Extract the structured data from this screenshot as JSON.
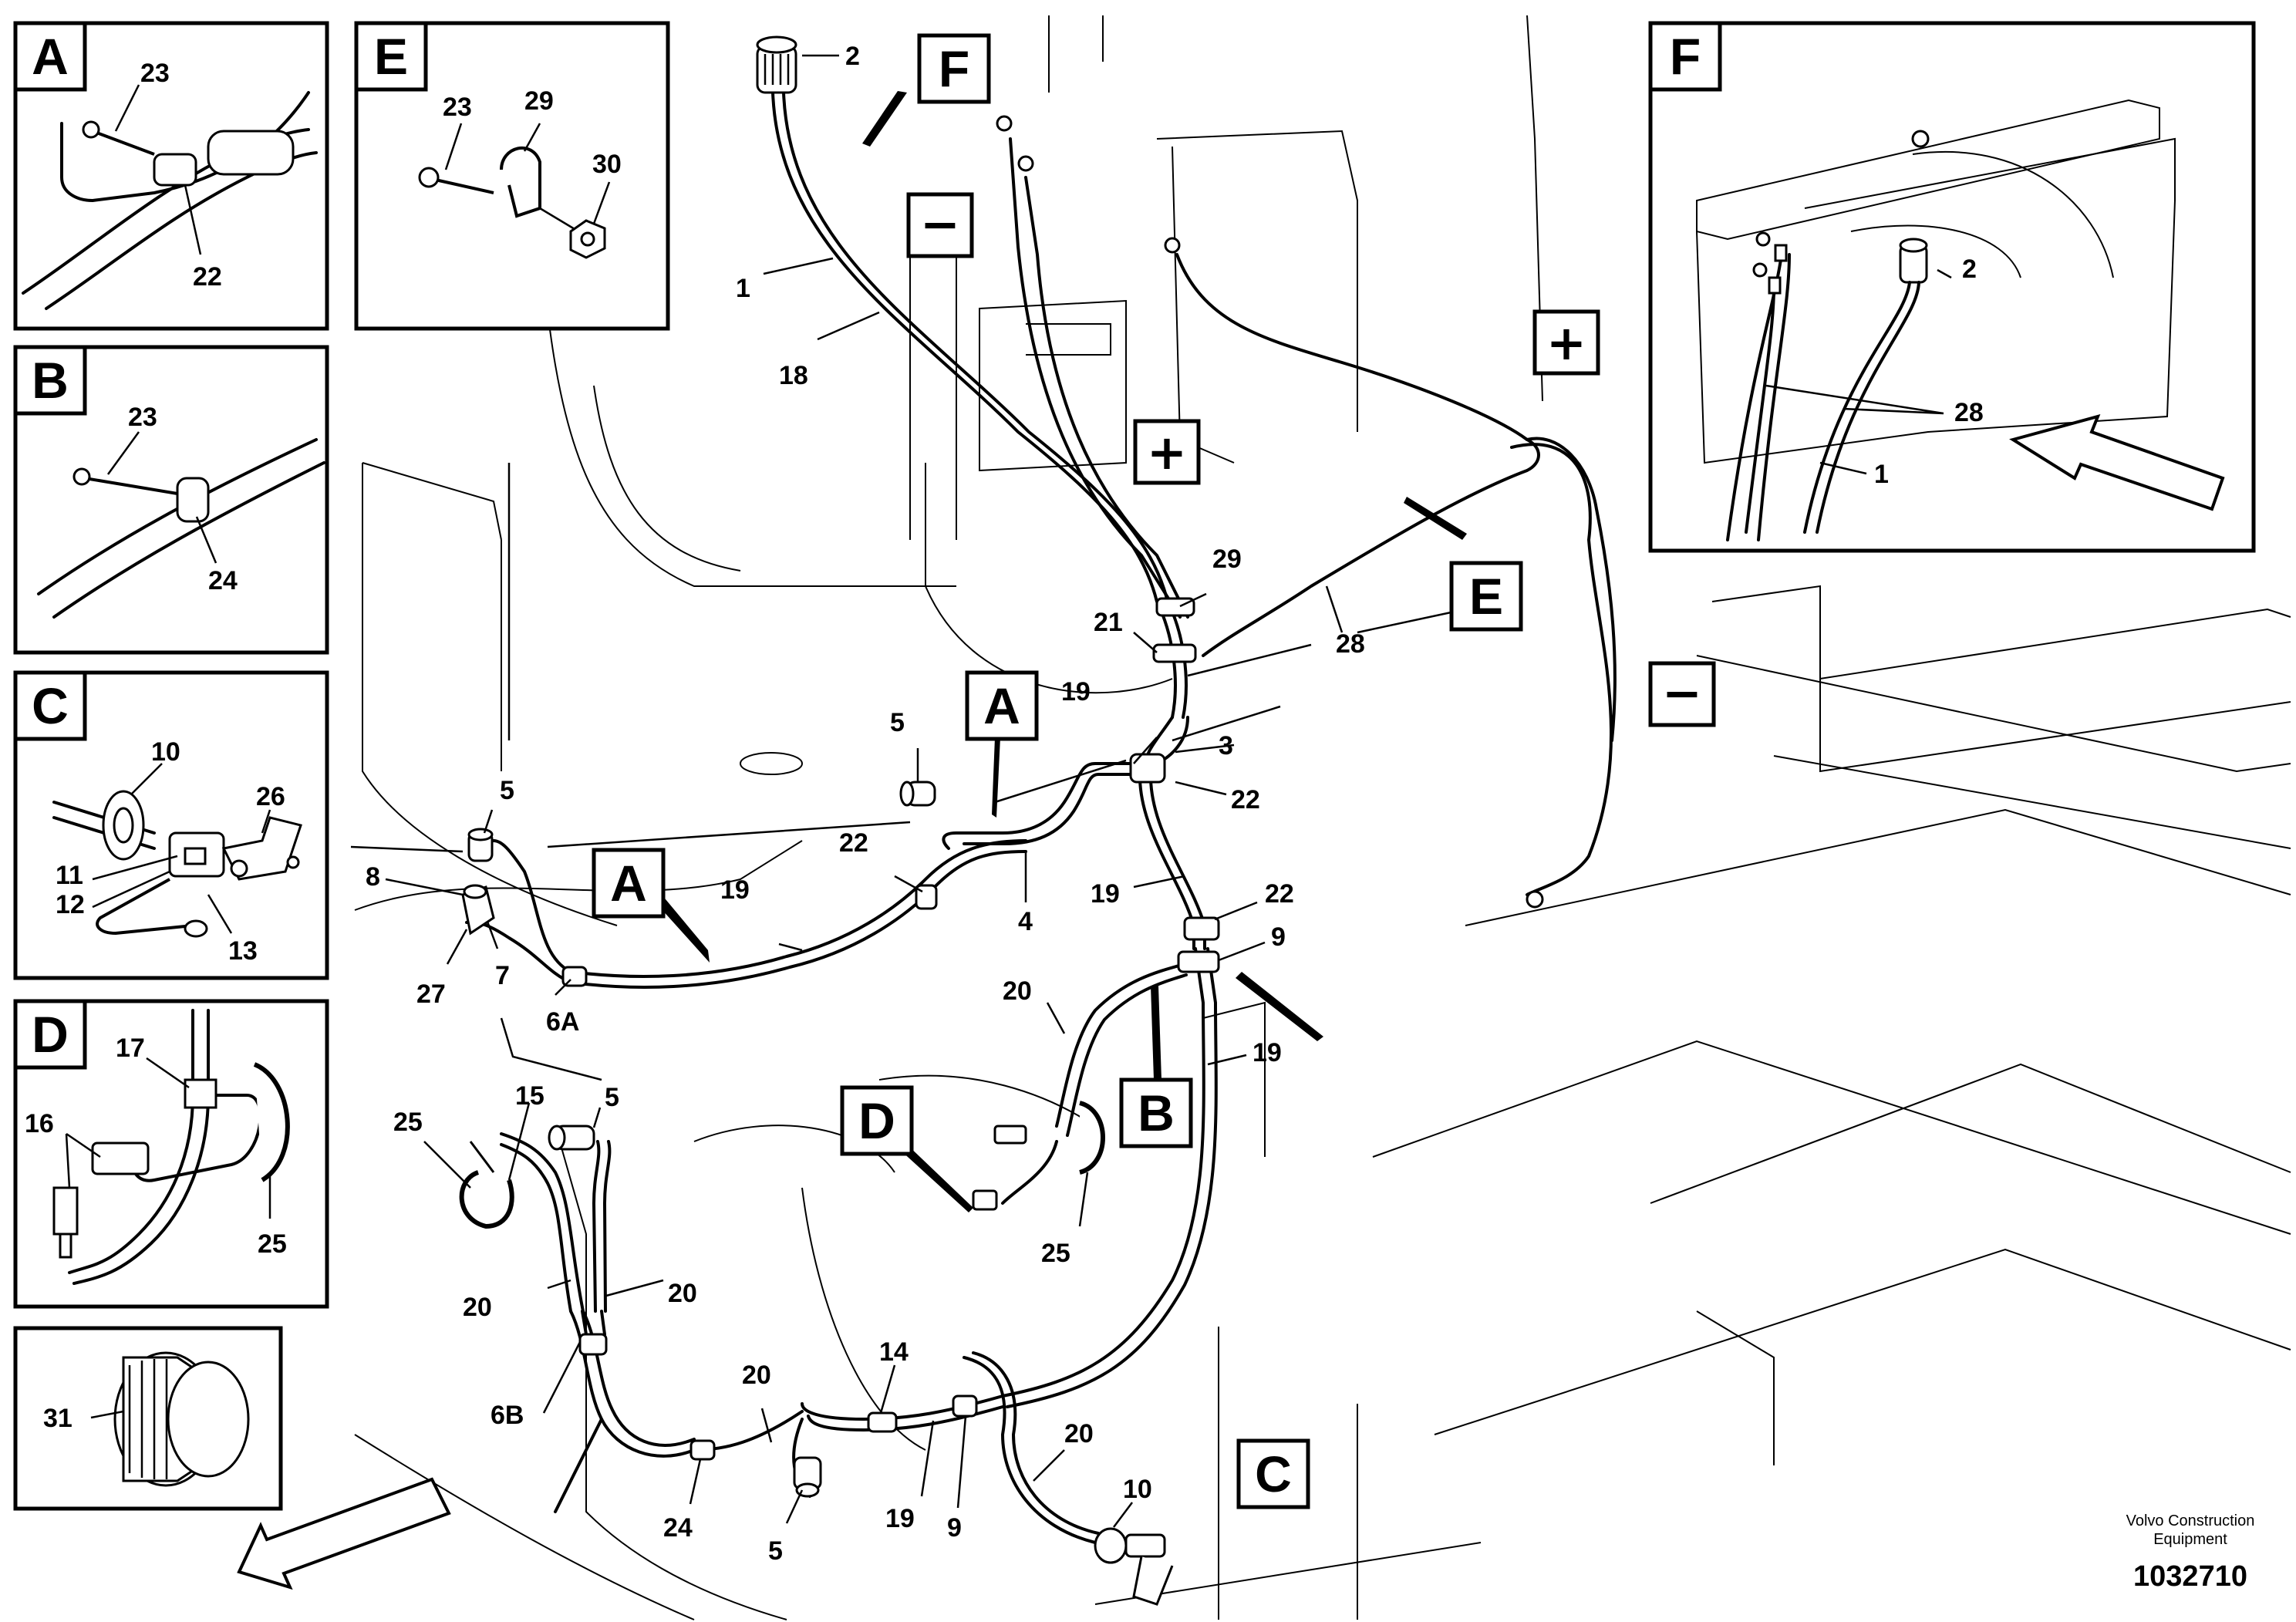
{
  "detail_panels": [
    {
      "letter": "A",
      "callouts": [
        "23",
        "22"
      ]
    },
    {
      "letter": "B",
      "callouts": [
        "23",
        "24"
      ]
    },
    {
      "letter": "C",
      "callouts": [
        "10",
        "26",
        "11",
        "12",
        "13"
      ]
    },
    {
      "letter": "D",
      "callouts": [
        "17",
        "16",
        "25"
      ]
    },
    {
      "letter": "E",
      "callouts": [
        "23",
        "29",
        "30"
      ]
    },
    {
      "letter": "F",
      "callouts": [
        "2",
        "28",
        "1"
      ]
    }
  ],
  "cap_panel": {
    "callout": "31"
  },
  "view_tags": {
    "A": "A",
    "B": "B",
    "C": "C",
    "D": "D",
    "E": "E",
    "F": "F"
  },
  "sign_tags": {
    "plus": "+",
    "minus": "−"
  },
  "main_callouts": {
    "c2": "2",
    "c1": "1",
    "c18": "18",
    "c29": "29",
    "c21": "21",
    "c28": "28",
    "c19a": "19",
    "c3": "3",
    "c22a": "22",
    "c5a": "5",
    "c5b": "5",
    "c22b": "22",
    "c19b": "19",
    "c4": "4",
    "c19c": "19",
    "c22c": "22",
    "c9a": "9",
    "c8": "8",
    "c27": "27",
    "c7": "7",
    "c6A": "6A",
    "c20a": "20",
    "c19d": "19",
    "c25a": "25",
    "c15": "15",
    "c5c": "5",
    "c25b": "25",
    "c20b": "20",
    "c20c": "20",
    "c6B": "6B",
    "c20d": "20",
    "c14": "14",
    "c24": "24",
    "c5d": "5",
    "c19e": "19",
    "c9b": "9",
    "c20e": "20",
    "c10": "10"
  },
  "footer": {
    "brand_line1": "Volvo Construction",
    "brand_line2": "Equipment",
    "drawing_number": "1032710"
  },
  "icons": [
    "direction-arrow-icon",
    "cap-icon",
    "connector-icon",
    "clamp-icon",
    "tie-strap-icon",
    "sensor-icon"
  ]
}
